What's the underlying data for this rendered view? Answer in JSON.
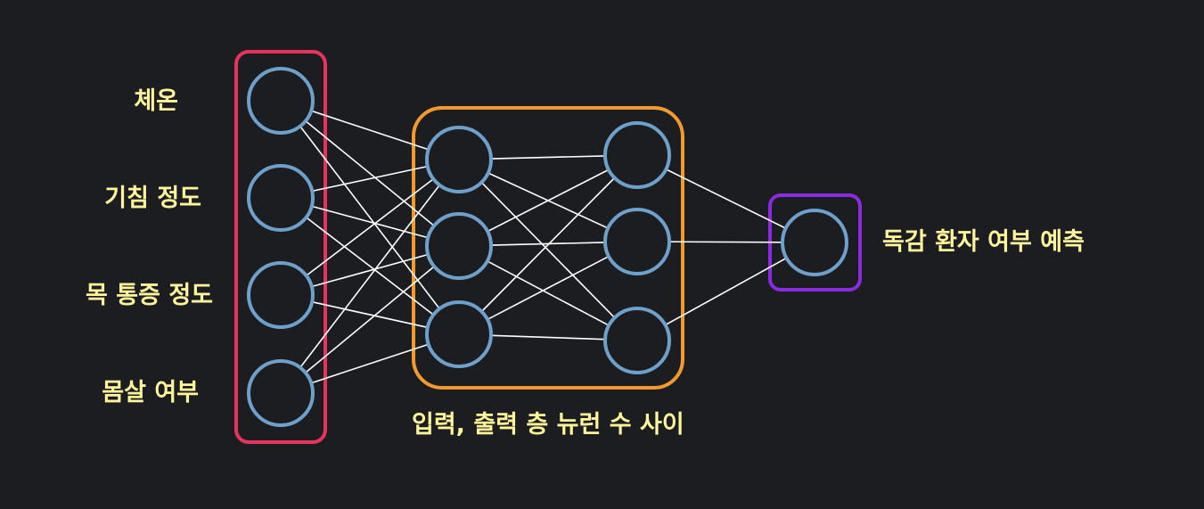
{
  "diagram": {
    "input_labels": [
      "체온",
      "기침 정도",
      "목 통증 정도",
      "몸살 여부"
    ],
    "hidden_caption": "입력, 출력 층 뉴런 수 사이",
    "output_label": "독감 환자 여부 예측",
    "layers": [
      4,
      3,
      3,
      1
    ],
    "colors": {
      "background": "#1c1d21",
      "text": "#fff59a",
      "input_box": "#e8335f",
      "hidden_box": "#f39a2e",
      "output_box": "#8a2be2",
      "node": "#6fa0c9",
      "edge": "#ffffff"
    }
  }
}
